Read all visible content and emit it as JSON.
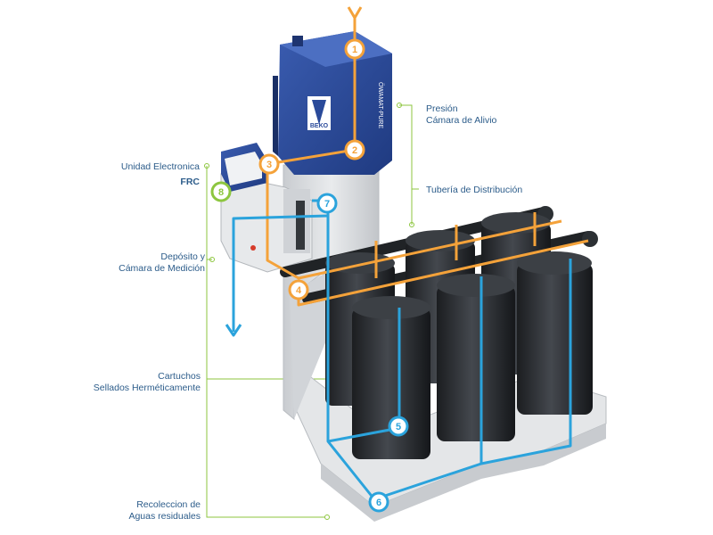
{
  "brand": {
    "logo_text": "BEKO",
    "product_name": "ÖWAMAT-PURE"
  },
  "labels": {
    "presion_line1": "Presión",
    "presion_line2": "Cámara de Alivio",
    "tuberia": "Tubería de Distribución",
    "unidad_line1": "Unidad Electronica",
    "unidad_line2": "FRC",
    "deposito_line1": "Depósito y",
    "deposito_line2": "Cámara de Medición",
    "cartuchos_line1": "Cartuchos",
    "cartuchos_line2": "Sellados Herméticamente",
    "recoleccion_line1": "Recoleccion de",
    "recoleccion_line2": "Aguas residuales"
  },
  "markers": [
    {
      "num": "1",
      "color": "#f4a23a"
    },
    {
      "num": "2",
      "color": "#f4a23a"
    },
    {
      "num": "3",
      "color": "#f4a23a"
    },
    {
      "num": "4",
      "color": "#f4a23a"
    },
    {
      "num": "5",
      "color": "#2ba3dc"
    },
    {
      "num": "6",
      "color": "#2ba3dc"
    },
    {
      "num": "7",
      "color": "#2ba3dc"
    },
    {
      "num": "8",
      "color": "#7cbf3a"
    }
  ],
  "colors": {
    "flow_in": "#f4a23a",
    "flow_out": "#2ba3dc",
    "callout": "#8dc63f",
    "label_text": "#2c5c8a",
    "unit_blue": "#2a4a9a",
    "housing_grey": "#d7d9dc",
    "cartridge": "#2a2d31"
  }
}
